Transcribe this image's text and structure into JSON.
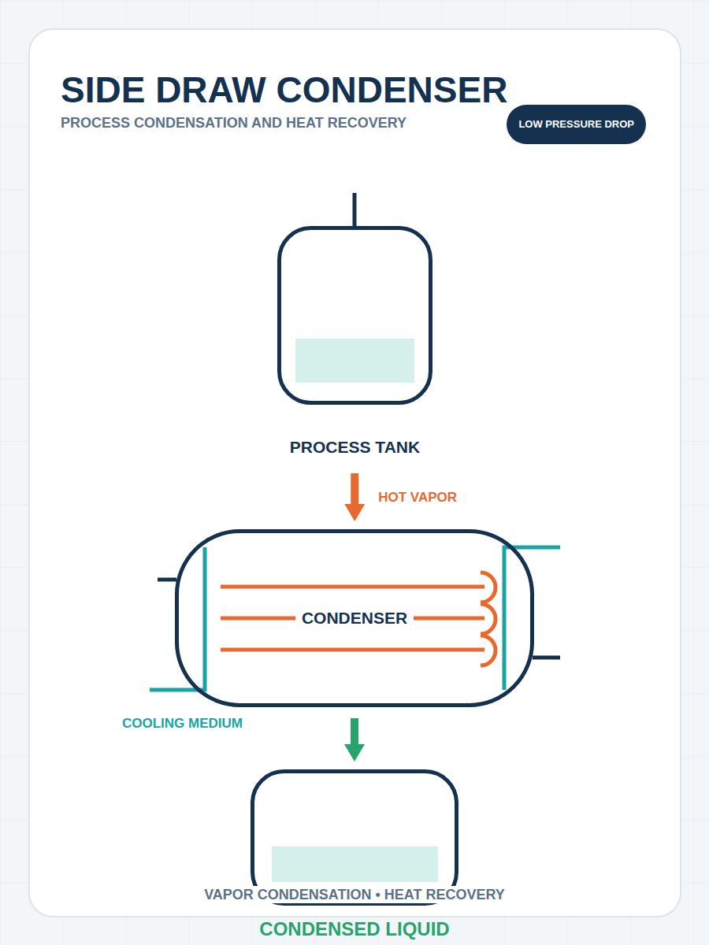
{
  "diagram": {
    "title": "SIDE DRAW CONDENSER",
    "caption": "VAPOR CONDENSATION • HEAT RECOVERY",
    "nodes": [
      {
        "text": [
          "LOW PRESSURE DROP"
        ]
      },
      {
        "text": [
          "PROCESS TANK"
        ]
      },
      {
        "text": [
          "CONDENSER"
        ]
      },
      {
        "text": [
          "CONDENSED LIQUID"
        ]
      }
    ],
    "edges": [
      {
        "from": 1,
        "to": 2,
        "arrow": "to",
        "label": "HOT VAPOR"
      },
      {
        "from": 2,
        "to": 3,
        "arrow": "to"
      }
    ],
    "labels": [
      "PROCESS CONDENSATION AND HEAT RECOVERY",
      "COOLING MEDIUM"
    ]
  }
}
